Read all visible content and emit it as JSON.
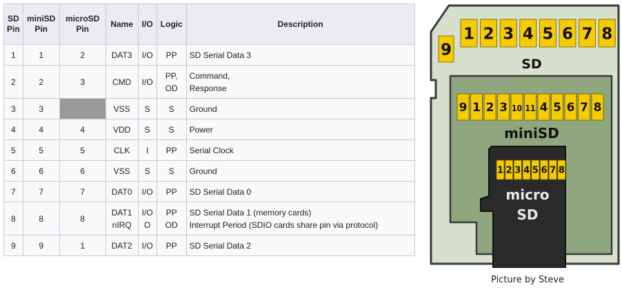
{
  "table": {
    "headers": {
      "sd_pin": [
        "SD",
        "Pin"
      ],
      "minisd_pin": [
        "miniSD",
        "Pin"
      ],
      "microsd_pin": [
        "microSD",
        "Pin"
      ],
      "name": "Name",
      "io": "I/O",
      "logic": "Logic",
      "description": "Description"
    },
    "rows": [
      {
        "sd": "1",
        "mini": "1",
        "micro": "2",
        "name": [
          "DAT3"
        ],
        "io": [
          "I/O"
        ],
        "logic": [
          "PP"
        ],
        "desc": [
          "SD Serial Data 3"
        ]
      },
      {
        "sd": "2",
        "mini": "2",
        "micro": "3",
        "name": [
          "CMD"
        ],
        "io": [
          "I/O"
        ],
        "logic": [
          "PP,",
          "OD"
        ],
        "desc": [
          "Command,",
          "Response"
        ]
      },
      {
        "sd": "3",
        "mini": "3",
        "micro": "",
        "name": [
          "VSS"
        ],
        "io": [
          "S"
        ],
        "logic": [
          "S"
        ],
        "desc": [
          "Ground"
        ]
      },
      {
        "sd": "4",
        "mini": "4",
        "micro": "4",
        "name": [
          "VDD"
        ],
        "io": [
          "S"
        ],
        "logic": [
          "S"
        ],
        "desc": [
          "Power"
        ]
      },
      {
        "sd": "5",
        "mini": "5",
        "micro": "5",
        "name": [
          "CLK"
        ],
        "io": [
          "I"
        ],
        "logic": [
          "PP"
        ],
        "desc": [
          "Serial Clock"
        ]
      },
      {
        "sd": "6",
        "mini": "6",
        "micro": "6",
        "name": [
          "VSS"
        ],
        "io": [
          "S"
        ],
        "logic": [
          "S"
        ],
        "desc": [
          "Ground"
        ]
      },
      {
        "sd": "7",
        "mini": "7",
        "micro": "7",
        "name": [
          "DAT0"
        ],
        "io": [
          "I/O"
        ],
        "logic": [
          "PP"
        ],
        "desc": [
          "SD Serial Data 0"
        ]
      },
      {
        "sd": "8",
        "mini": "8",
        "micro": "8",
        "name": [
          "DAT1",
          "nIRQ"
        ],
        "io": [
          "I/O",
          "O"
        ],
        "logic": [
          "PP",
          "OD"
        ],
        "desc": [
          "SD Serial Data 1 (memory cards)",
          "Interrupt Period (SDIO cards share pin via protocol)"
        ]
      },
      {
        "sd": "9",
        "mini": "9",
        "micro": "1",
        "name": [
          "DAT2"
        ],
        "io": [
          "I/O"
        ],
        "logic": [
          "PP"
        ],
        "desc": [
          "SD Serial Data 2"
        ]
      }
    ]
  },
  "diagram": {
    "sd": {
      "label": "SD",
      "pins": [
        "1",
        "2",
        "3",
        "4",
        "5",
        "6",
        "7",
        "8"
      ],
      "pin9": "9"
    },
    "minisd": {
      "label": "miniSD",
      "pins": [
        "9",
        "1",
        "2",
        "3",
        "10",
        "11",
        "4",
        "5",
        "6",
        "7",
        "8"
      ]
    },
    "microsd": {
      "label_line1": "micro",
      "label_line2": "SD",
      "pins": [
        "1",
        "2",
        "3",
        "4",
        "5",
        "6",
        "7",
        "8"
      ]
    },
    "colors": {
      "sd_body": "#d7dfcd",
      "minisd_body": "#8fa67f",
      "microsd_body": "#2a2a2a",
      "pin_fill": "#f6cc00",
      "outline": "#3a3a3a"
    }
  },
  "credit": "Picture by Steve"
}
